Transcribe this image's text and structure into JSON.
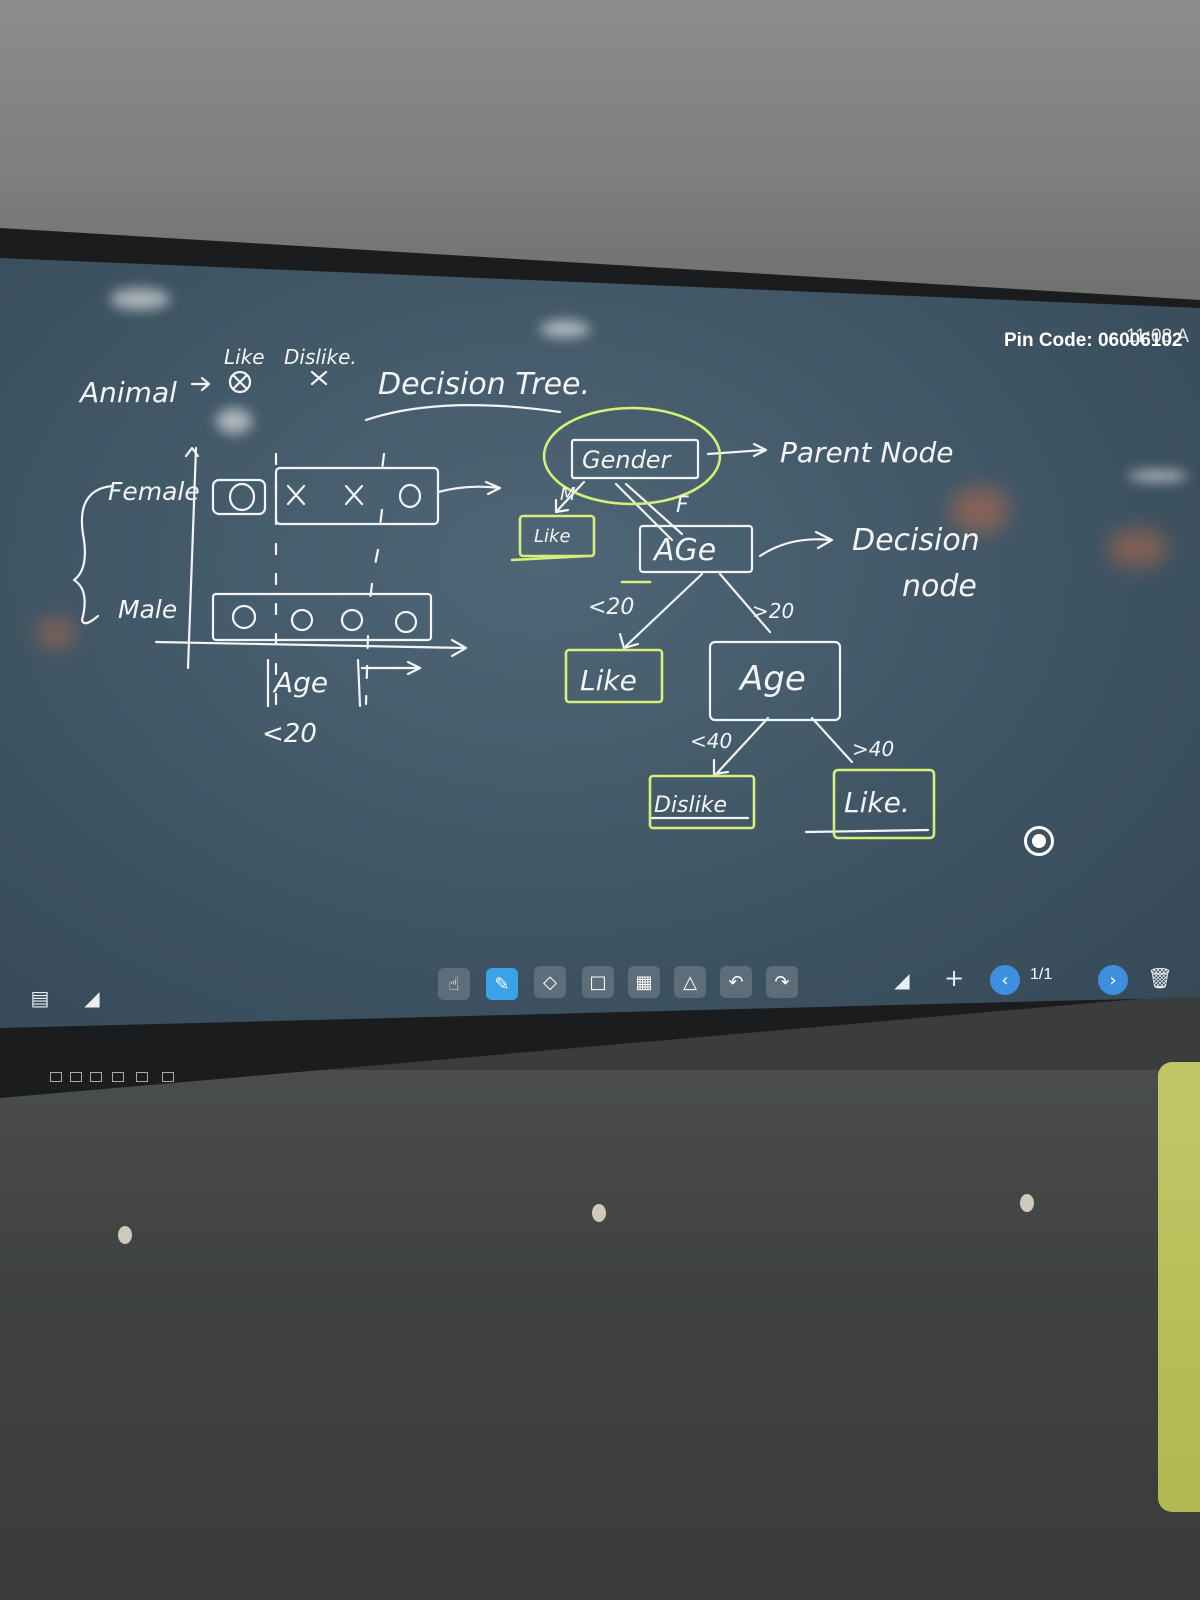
{
  "header": {
    "pin_code": "Pin Code: 06006102",
    "clock": "11:08 A"
  },
  "whiteboard": {
    "legend": {
      "like": "Like",
      "dislike": "Dislike.",
      "animal": "Animal",
      "title": "Decision Tree."
    },
    "plot": {
      "female": "Female",
      "male": "Male",
      "age_axis": "Age",
      "age_threshold": "<20"
    },
    "tree": {
      "root": "Gender",
      "branch_m": "M",
      "branch_f": "F",
      "leaf_m": "Like",
      "node_age1": "AGe",
      "lt20": "<20",
      "gt20": ">20",
      "leaf_lt20": "Like",
      "node_age2": "Age",
      "lt40": "<40",
      "gt40": ">40",
      "leaf_lt40": "Dislike",
      "leaf_gt40": "Like.",
      "parent_label": "Parent Node",
      "decision_label_1": "Decision",
      "decision_label_2": "node"
    }
  },
  "toolbar": {
    "left_icons": [
      "toolbox-icon",
      "split-screen-icon"
    ],
    "tools": [
      "touch-icon",
      "pen-icon",
      "eraser-icon",
      "select-icon",
      "insert-image-icon",
      "shape-icon",
      "undo-icon",
      "redo-icon"
    ],
    "active_tool": "pen-icon",
    "right_icons": [
      "split-screen-icon",
      "add-page-icon"
    ],
    "page_indicator": "1/1",
    "accent_color": "#3aa3e8"
  },
  "colors": {
    "ink_white": "#f2f4f5",
    "ink_highlight": "#d6ef7a",
    "screen_bg": "#3f5564"
  }
}
